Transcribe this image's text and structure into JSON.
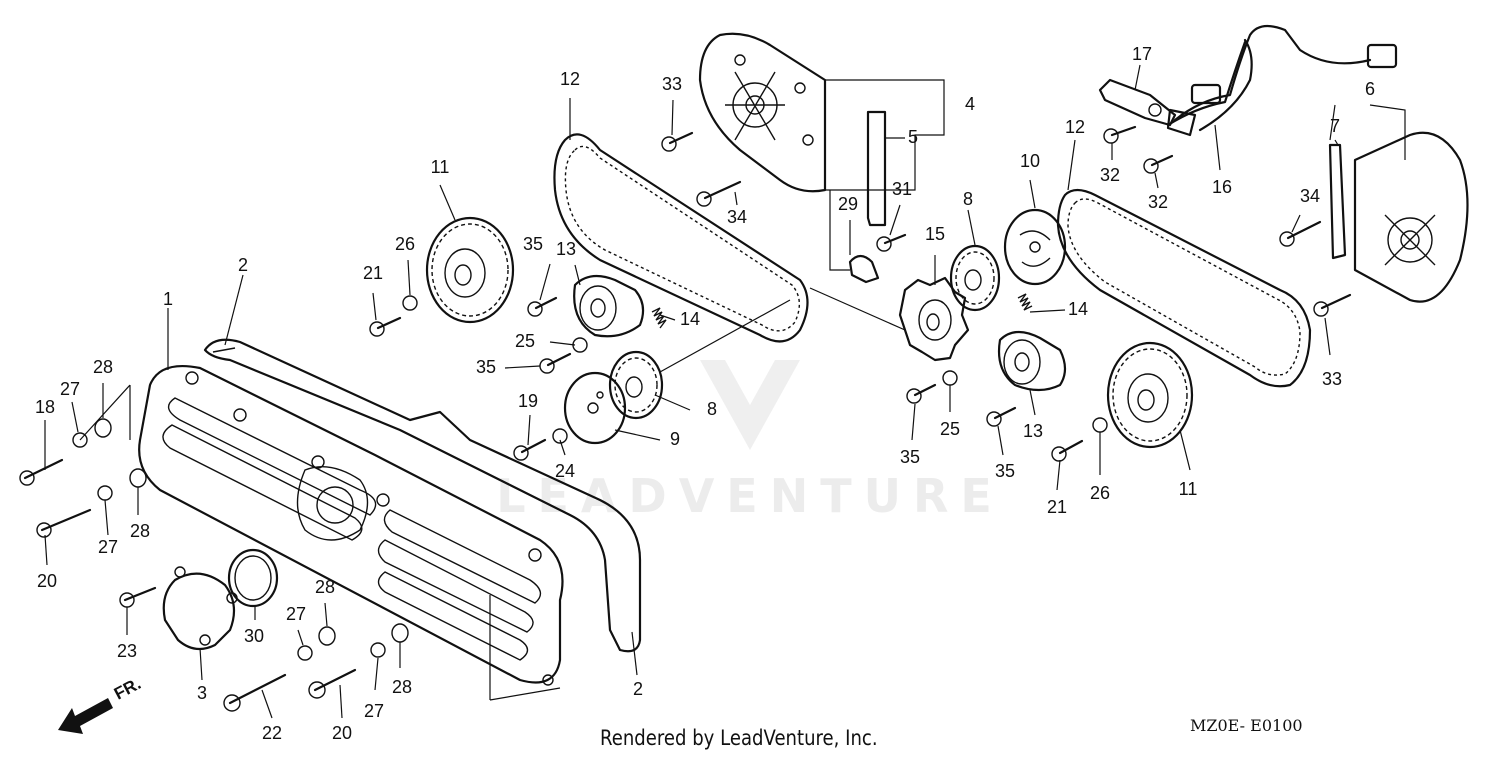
{
  "diagram": {
    "part_numbers": [
      "1",
      "2",
      "2",
      "3",
      "4",
      "5",
      "6",
      "7",
      "8",
      "8",
      "9",
      "10",
      "11",
      "11",
      "12",
      "12",
      "13",
      "13",
      "14",
      "14",
      "15",
      "16",
      "17",
      "18",
      "19",
      "20",
      "20",
      "21",
      "21",
      "22",
      "23",
      "24",
      "25",
      "25",
      "26",
      "26",
      "27",
      "27",
      "27",
      "27",
      "28",
      "28",
      "28",
      "28",
      "29",
      "30",
      "31",
      "32",
      "32",
      "33",
      "33",
      "34",
      "34",
      "35",
      "35",
      "35",
      "35"
    ],
    "direction_label": "FR.",
    "watermark": "LEADVENTURE"
  },
  "footer": {
    "credit": "Rendered by LeadVenture, Inc.",
    "diagram_code": "MZ0E- E0100"
  },
  "colors": {
    "line": "#111111",
    "watermark": "#ececec",
    "background": "#ffffff"
  }
}
